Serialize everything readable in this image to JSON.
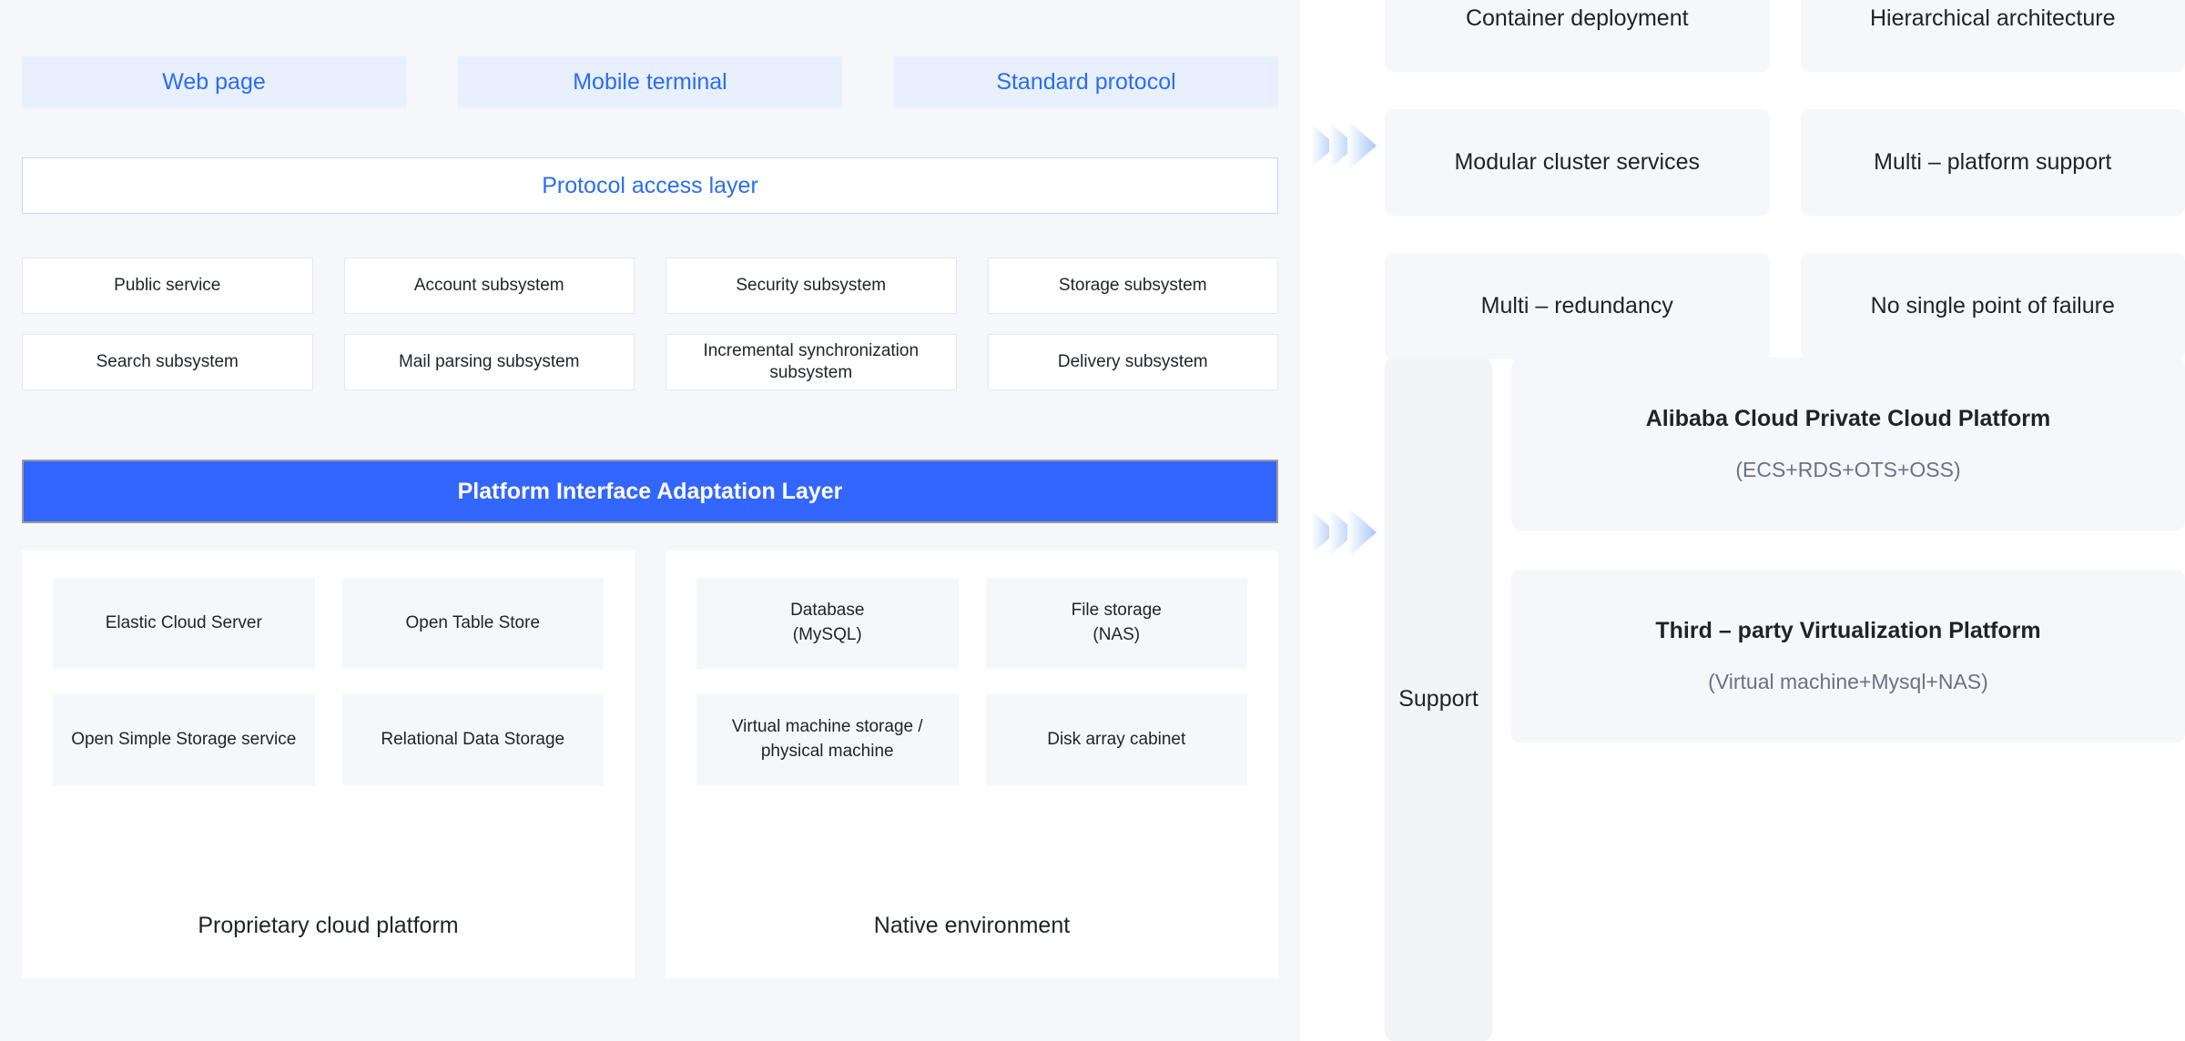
{
  "colors": {
    "accent_blue": "#3366ff",
    "light_blue_card": "#e8f0fe",
    "text_blue": "#2b6cf6",
    "panel_bg": "#f5f7fa",
    "tile_bg": "#f5f7fa",
    "text_dark": "#1f2329",
    "text_muted": "#6b7280"
  },
  "left": {
    "access_cards": [
      {
        "label": "Web page"
      },
      {
        "label": "Mobile terminal"
      },
      {
        "label": "Standard protocol"
      }
    ],
    "protocol_layer": {
      "label": "Protocol access layer"
    },
    "subsystems": [
      {
        "label": "Public service"
      },
      {
        "label": "Account subsystem"
      },
      {
        "label": "Security subsystem"
      },
      {
        "label": "Storage subsystem"
      },
      {
        "label": "Search subsystem"
      },
      {
        "label": "Mail parsing subsystem"
      },
      {
        "label": "Incremental synchronization subsystem"
      },
      {
        "label": "Delivery subsystem"
      }
    ],
    "adaptation_layer": {
      "label": "Platform Interface Adaptation Layer"
    },
    "platforms": [
      {
        "caption": "Proprietary cloud platform",
        "tiles": [
          {
            "label": "Elastic Cloud Server"
          },
          {
            "label": "Open Table Store"
          },
          {
            "label": "Open Simple Storage service"
          },
          {
            "label": "Relational Data Storage"
          }
        ]
      },
      {
        "caption": "Native environment",
        "tiles": [
          {
            "line1": "Database",
            "line2": "(MySQL)"
          },
          {
            "line1": "File storage",
            "line2": "(NAS)"
          },
          {
            "line1": "Virtual machine storage /",
            "line2": "physical machine"
          },
          {
            "line1": "Disk array cabinet",
            "line2": ""
          }
        ]
      }
    ]
  },
  "right": {
    "features": [
      {
        "label": "Container deployment"
      },
      {
        "label": "Hierarchical architecture"
      },
      {
        "label": "Modular cluster services"
      },
      {
        "label": "Multi – platform support"
      },
      {
        "label": "Multi – redundancy"
      },
      {
        "label": "No single point of failure"
      }
    ],
    "support": {
      "label": "Support",
      "cards": [
        {
          "title": "Alibaba Cloud Private Cloud Platform",
          "subtitle": "(ECS+RDS+OTS+OSS)"
        },
        {
          "title": "Third – party Virtualization Platform",
          "subtitle": "(Virtual machine+Mysql+NAS)"
        }
      ]
    }
  }
}
